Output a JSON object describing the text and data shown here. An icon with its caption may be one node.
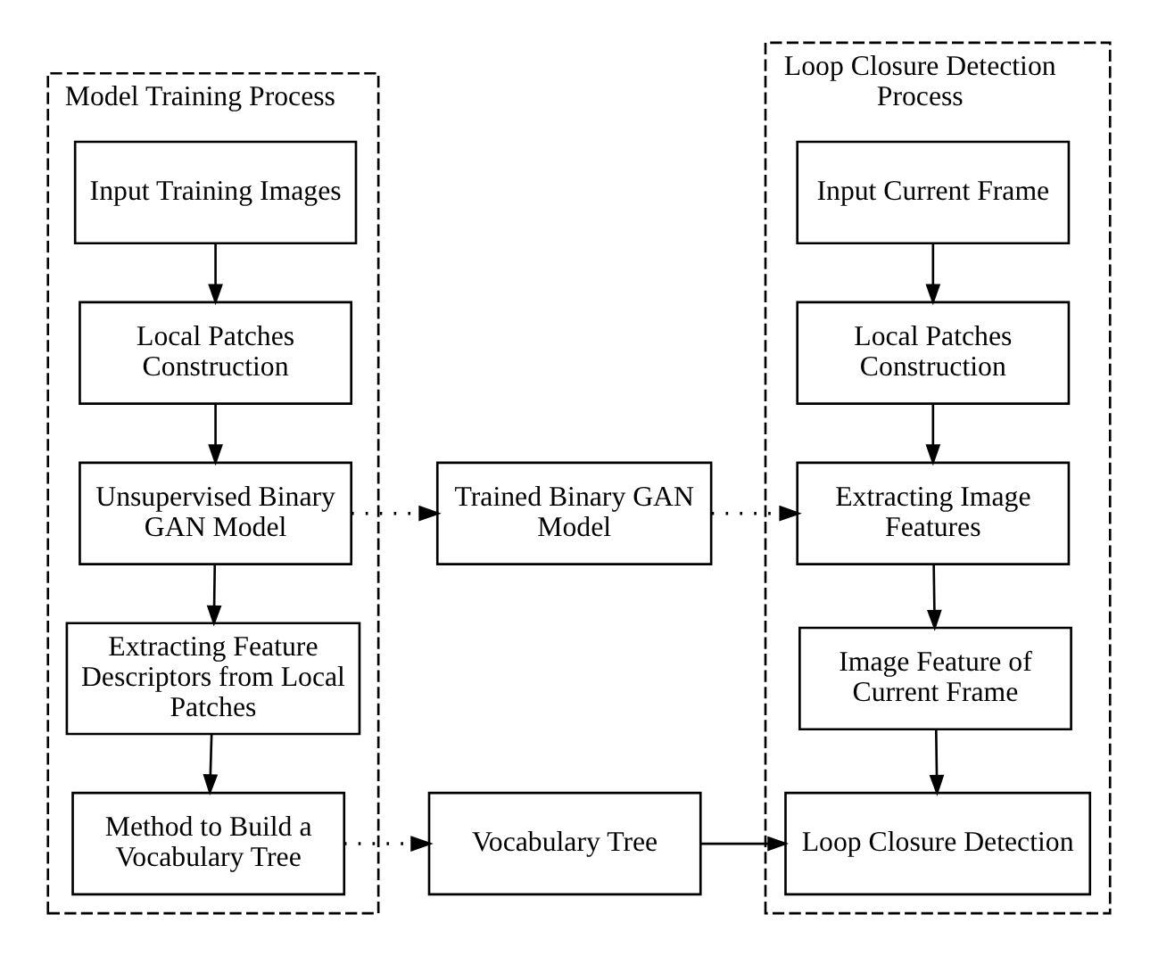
{
  "diagram": {
    "nodes": [
      {
        "text": [
          "Model Training Process"
        ]
      },
      {
        "text": [
          "Input Training Images"
        ],
        "in": 0
      },
      {
        "text": [
          "Local Patches Construction"
        ],
        "in": 0
      },
      {
        "text": [
          "Unsupervised Binary GAN Model"
        ],
        "in": 0
      },
      {
        "text": [
          "Extracting Feature Descriptors from Local Patches"
        ],
        "in": 0
      },
      {
        "text": [
          "Method to Build a Vocabulary Tree"
        ],
        "in": 0
      },
      {
        "text": [
          "Trained Binary GAN Model"
        ]
      },
      {
        "text": [
          "Vocabulary Tree"
        ]
      },
      {
        "text": [
          "Loop Closure Detection Process"
        ]
      },
      {
        "text": [
          "Input Current Frame"
        ],
        "in": 8
      },
      {
        "text": [
          "Local Patches Construction"
        ],
        "in": 8
      },
      {
        "text": [
          "Extracting Image Features"
        ],
        "in": 8
      },
      {
        "text": [
          "Image Feature of Current Frame"
        ],
        "in": 8
      },
      {
        "text": [
          "Loop Closure Detection"
        ],
        "in": 8
      }
    ],
    "edges": [
      {
        "from": 1,
        "to": 2,
        "arrow": "to"
      },
      {
        "from": 2,
        "to": 3,
        "arrow": "to"
      },
      {
        "from": 3,
        "to": 4,
        "arrow": "to"
      },
      {
        "from": 4,
        "to": 5,
        "arrow": "to"
      },
      {
        "from": 3,
        "to": 6,
        "arrow": "to",
        "style": "dashed"
      },
      {
        "from": 6,
        "to": 11,
        "arrow": "to",
        "style": "dashed"
      },
      {
        "from": 5,
        "to": 7,
        "arrow": "to",
        "style": "dashed"
      },
      {
        "from": 7,
        "to": 13,
        "arrow": "to"
      },
      {
        "from": 9,
        "to": 10,
        "arrow": "to"
      },
      {
        "from": 10,
        "to": 11,
        "arrow": "to"
      },
      {
        "from": 11,
        "to": 12,
        "arrow": "to"
      },
      {
        "from": 12,
        "to": 13,
        "arrow": "to"
      }
    ]
  }
}
